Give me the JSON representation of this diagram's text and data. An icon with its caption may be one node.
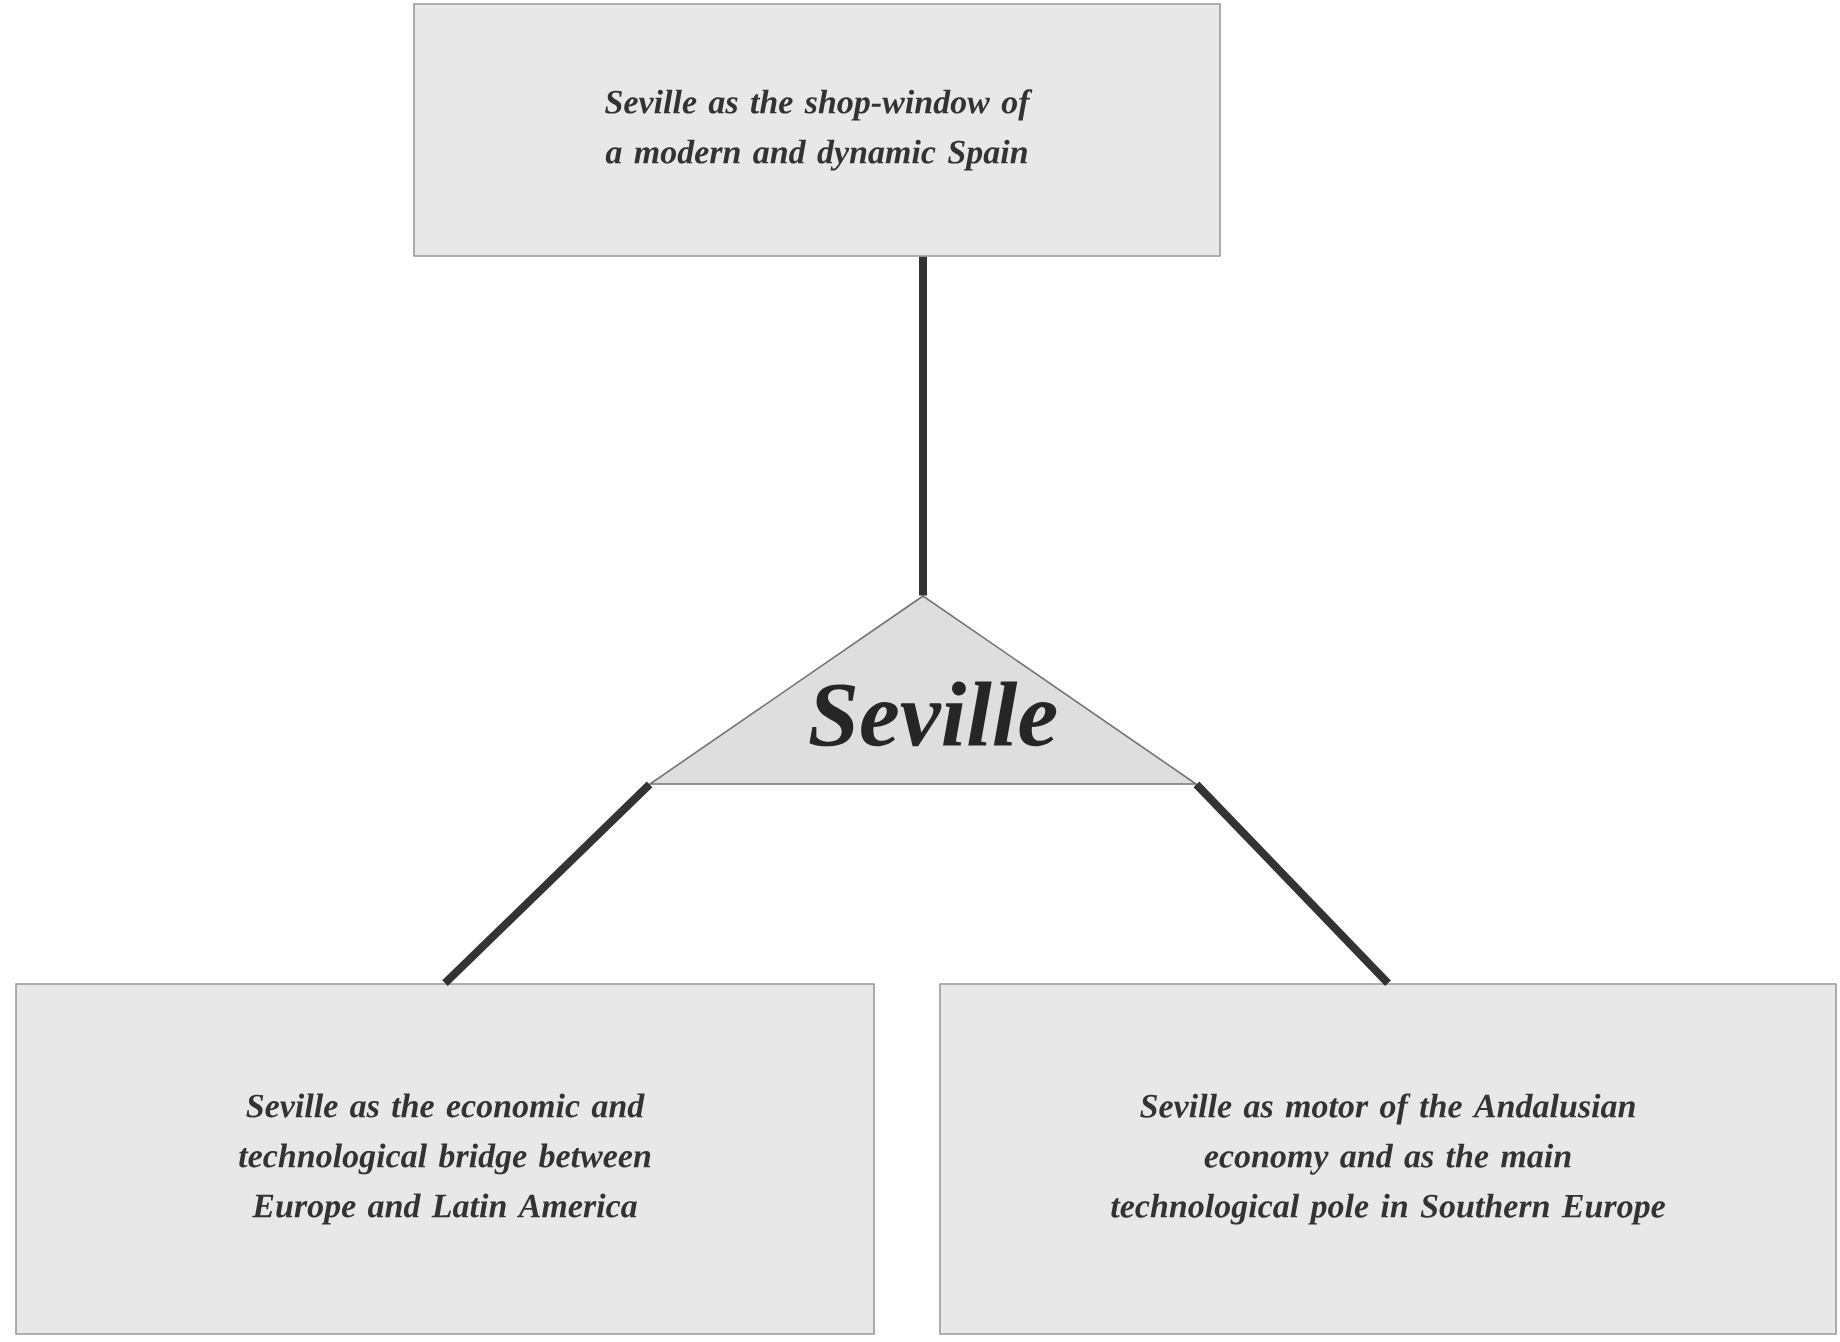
{
  "diagram": {
    "nodes": [
      {
        "text": [
          "Seville as the shop-window of a modern and dynamic Spain"
        ]
      },
      {
        "text": [
          "Seville"
        ]
      },
      {
        "text": [
          "Seville as the economic and technological bridge between Europe and Latin America"
        ]
      },
      {
        "text": [
          "Seville as motor of the Andalusian economy and as the main technological pole in Southern Europe"
        ]
      }
    ],
    "edges": [
      {
        "from": 0,
        "to": 1,
        "arrow": "none"
      },
      {
        "from": 1,
        "to": 2,
        "arrow": "none"
      },
      {
        "from": 1,
        "to": 3,
        "arrow": "none"
      }
    ]
  }
}
